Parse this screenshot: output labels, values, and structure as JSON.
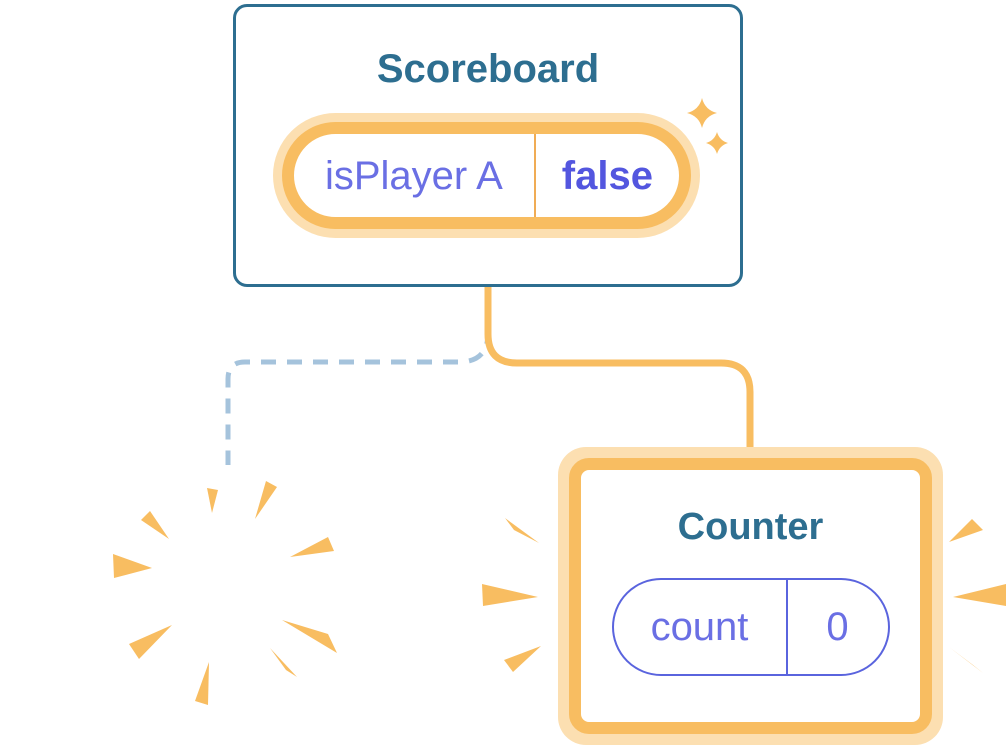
{
  "diagram": {
    "scoreboard": {
      "title": "Scoreboard",
      "state": {
        "name": "isPlayer A",
        "value": "false"
      }
    },
    "counter": {
      "title": "Counter",
      "state": {
        "name": "count",
        "value": "0"
      }
    }
  },
  "icons": {
    "sparkles": "sparkles-icon",
    "poof": "burst-rays-icon",
    "emphasis_left": "emphasis-rays-left-icon",
    "emphasis_right": "emphasis-rays-right-icon"
  },
  "colors": {
    "teal": "#2D6E90",
    "orange": "#F8BD61",
    "orange_glow": "#FCDFB1",
    "orange_divider": "#F0AC55",
    "indigo": "#6A6FE4",
    "indigo_bold": "#5356DF",
    "pill_border": "#5A64DE",
    "dashed_line": "#A5C3DC",
    "card_bg": "#FFFFFF"
  }
}
